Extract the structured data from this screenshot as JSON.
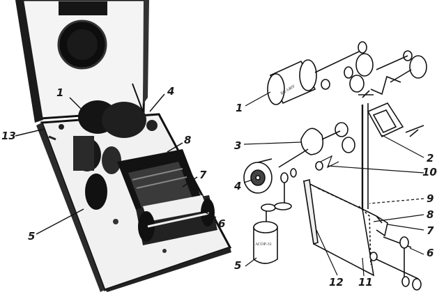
{
  "left_callouts": [
    "1",
    "4",
    "8",
    "7",
    "6",
    "5",
    "13"
  ],
  "right_callouts": [
    "1",
    "3",
    "4",
    "5",
    "2",
    "10",
    "9",
    "8",
    "7",
    "6",
    "12",
    "11"
  ],
  "battery_label": "БС-140У",
  "coil_label": "АСОР-31"
}
